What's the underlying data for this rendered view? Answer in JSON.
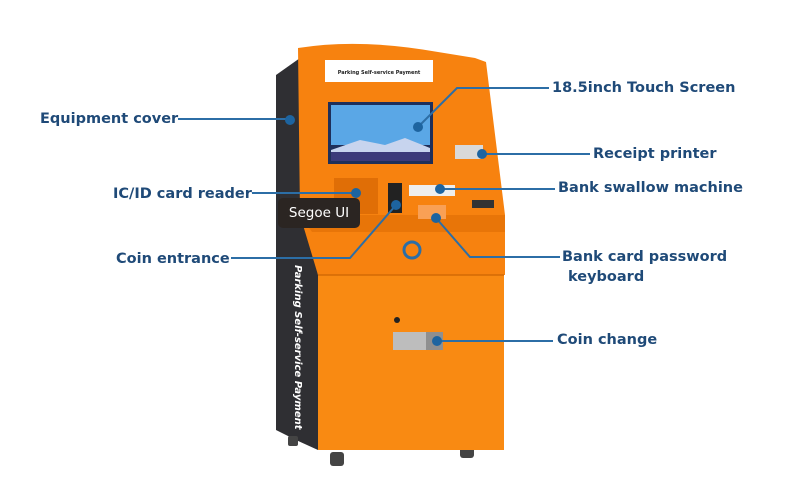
{
  "labels": {
    "equipment_cover": "Equipment cover",
    "card_reader": "IC/ID card reader",
    "coin_entrance": "Coin entrance",
    "touch_screen": "18.5inch Touch Screen",
    "receipt_printer": "Receipt printer",
    "bank_swallow": "Bank swallow machine",
    "keyboard_line1": "Bank card password",
    "keyboard_line2": "keyboard",
    "coin_change": "Coin change"
  },
  "kiosk": {
    "header_sign": "Parking Self-service Payment",
    "side_text": "Parking Self-service Payment"
  },
  "tooltip": "Segoe UI",
  "colors": {
    "orange": "#f7820f",
    "side": "#2f2f33",
    "label": "#1f4a78",
    "line": "#2c6ea6"
  }
}
